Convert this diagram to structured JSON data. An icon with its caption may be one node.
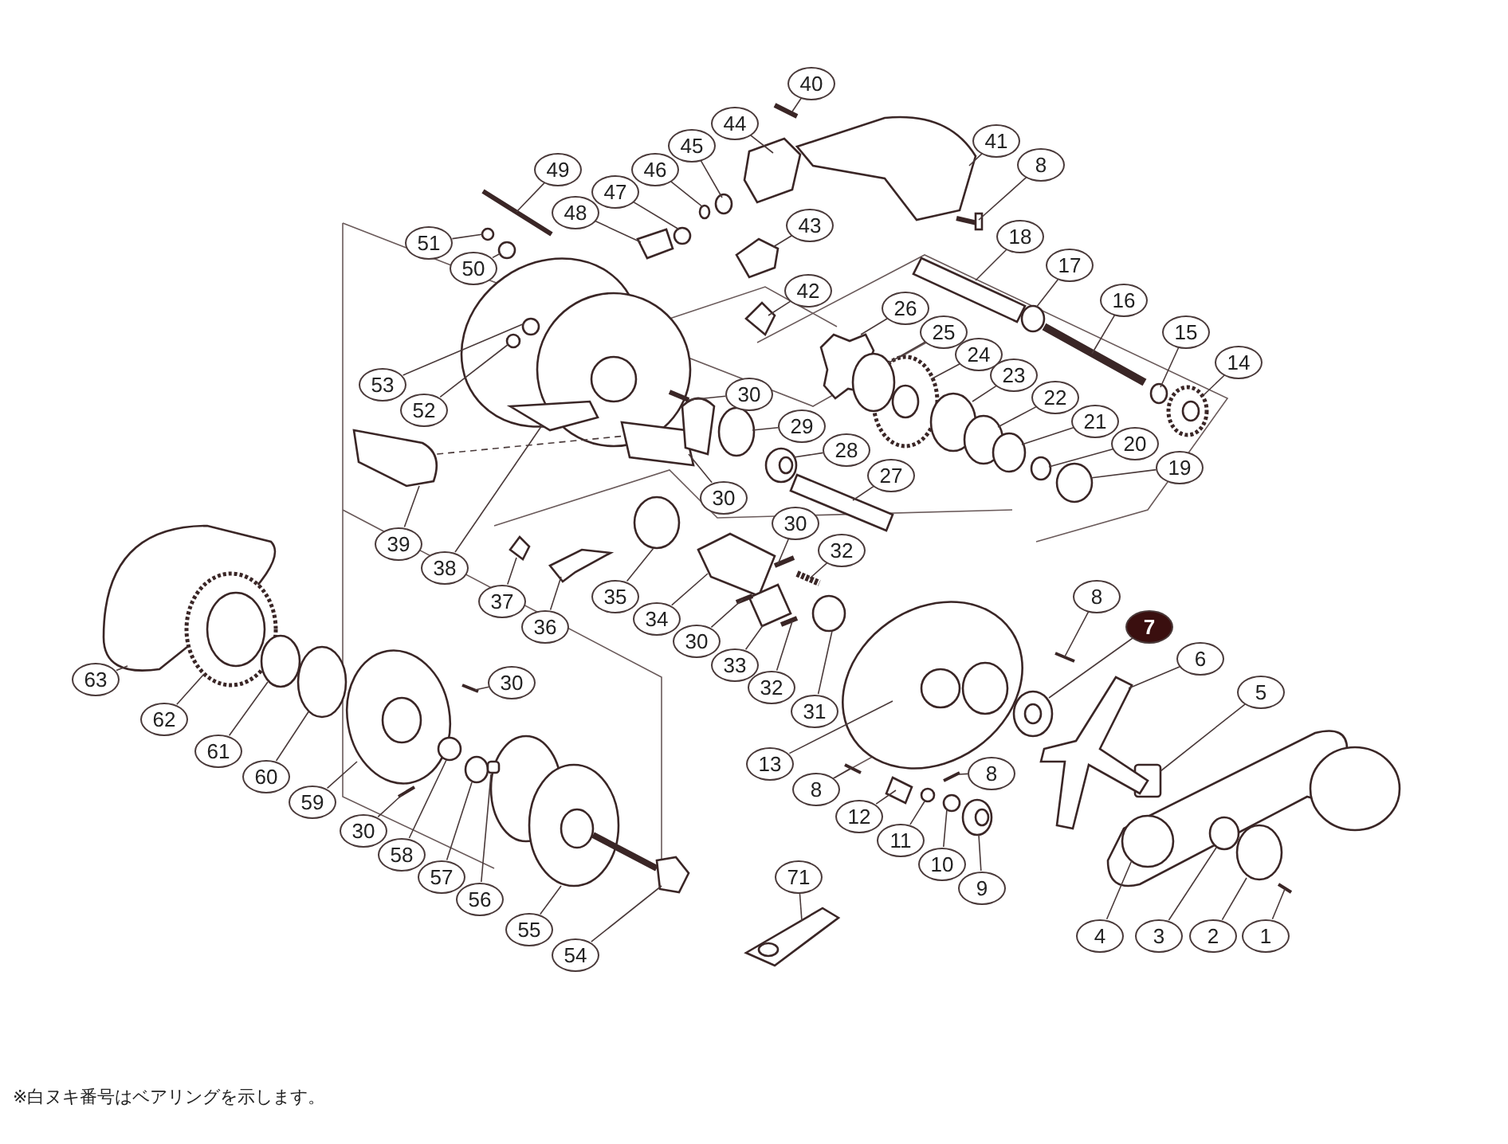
{
  "diagram": {
    "nodes": [
      {
        "text": [
          "40"
        ]
      },
      {
        "text": [
          "44"
        ]
      },
      {
        "text": [
          "41"
        ]
      },
      {
        "text": [
          "45"
        ]
      },
      {
        "text": [
          "46"
        ]
      },
      {
        "text": [
          "49"
        ]
      },
      {
        "text": [
          "8"
        ]
      },
      {
        "text": [
          "47"
        ]
      },
      {
        "text": [
          "48"
        ]
      },
      {
        "text": [
          "43"
        ]
      },
      {
        "text": [
          "18"
        ]
      },
      {
        "text": [
          "51"
        ]
      },
      {
        "text": [
          "50"
        ]
      },
      {
        "text": [
          "17"
        ]
      },
      {
        "text": [
          "42"
        ]
      },
      {
        "text": [
          "16"
        ]
      },
      {
        "text": [
          "26"
        ]
      },
      {
        "text": [
          "25"
        ]
      },
      {
        "text": [
          "15"
        ]
      },
      {
        "text": [
          "24"
        ]
      },
      {
        "text": [
          "14"
        ]
      },
      {
        "text": [
          "23"
        ]
      },
      {
        "text": [
          "53"
        ]
      },
      {
        "text": [
          "30"
        ]
      },
      {
        "text": [
          "22"
        ]
      },
      {
        "text": [
          "52"
        ]
      },
      {
        "text": [
          "21"
        ]
      },
      {
        "text": [
          "29"
        ]
      },
      {
        "text": [
          "20"
        ]
      },
      {
        "text": [
          "28"
        ]
      },
      {
        "text": [
          "19"
        ]
      },
      {
        "text": [
          "27"
        ]
      },
      {
        "text": [
          "30"
        ]
      },
      {
        "text": [
          "30"
        ]
      },
      {
        "text": [
          "39"
        ]
      },
      {
        "text": [
          "32"
        ]
      },
      {
        "text": [
          "38"
        ]
      },
      {
        "text": [
          "8"
        ]
      },
      {
        "text": [
          "35"
        ]
      },
      {
        "text": [
          "37"
        ]
      },
      {
        "text": [
          "34"
        ]
      },
      {
        "text": [
          "7"
        ]
      },
      {
        "text": [
          "36"
        ]
      },
      {
        "text": [
          "30"
        ]
      },
      {
        "text": [
          "6"
        ]
      },
      {
        "text": [
          "33"
        ]
      },
      {
        "text": [
          "32"
        ]
      },
      {
        "text": [
          "63"
        ]
      },
      {
        "text": [
          "5"
        ]
      },
      {
        "text": [
          "31"
        ]
      },
      {
        "text": [
          "30"
        ]
      },
      {
        "text": [
          "62"
        ]
      },
      {
        "text": [
          "61"
        ]
      },
      {
        "text": [
          "13"
        ]
      },
      {
        "text": [
          "8"
        ]
      },
      {
        "text": [
          "60"
        ]
      },
      {
        "text": [
          "8"
        ]
      },
      {
        "text": [
          "59"
        ]
      },
      {
        "text": [
          "12"
        ]
      },
      {
        "text": [
          "30"
        ]
      },
      {
        "text": [
          "11"
        ]
      },
      {
        "text": [
          "58"
        ]
      },
      {
        "text": [
          "10"
        ]
      },
      {
        "text": [
          "57"
        ]
      },
      {
        "text": [
          "71"
        ]
      },
      {
        "text": [
          "9"
        ]
      },
      {
        "text": [
          "56"
        ]
      },
      {
        "text": [
          "55"
        ]
      },
      {
        "text": [
          "4"
        ]
      },
      {
        "text": [
          "3"
        ]
      },
      {
        "text": [
          "2"
        ]
      },
      {
        "text": [
          "1"
        ]
      },
      {
        "text": [
          "54"
        ]
      },
      {
        "text": [],
        "shape": "picture"
      },
      {
        "text": [],
        "shape": "picture"
      },
      {
        "text": [],
        "shape": "picture"
      },
      {
        "text": [],
        "shape": "circle"
      },
      {
        "text": [],
        "shape": "circle"
      },
      {
        "text": [],
        "shape": "picture"
      },
      {
        "text": [],
        "shape": "picture"
      },
      {
        "text": [],
        "shape": "circle"
      },
      {
        "text": [],
        "shape": "picture"
      },
      {
        "text": [],
        "shape": "picture"
      },
      {
        "text": [],
        "shape": "picture"
      },
      {
        "text": [],
        "shape": "circle"
      },
      {
        "text": [],
        "shape": "circle"
      },
      {
        "text": [],
        "shape": "circle"
      },
      {
        "text": [],
        "shape": "picture"
      },
      {
        "text": [],
        "shape": "picture"
      },
      {
        "text": [],
        "shape": "picture"
      },
      {
        "text": [],
        "shape": "circle"
      },
      {
        "text": [],
        "shape": "circle"
      },
      {
        "text": [],
        "shape": "picture"
      },
      {
        "text": [],
        "shape": "picture"
      },
      {
        "text": [],
        "shape": "circle"
      },
      {
        "text": [],
        "shape": "circle",
        "in": 109
      },
      {
        "text": [],
        "shape": "picture"
      },
      {
        "text": [],
        "shape": "circle"
      },
      {
        "text": [],
        "shape": "circle",
        "in": 109
      },
      {
        "text": [],
        "shape": "circle"
      },
      {
        "text": [],
        "shape": "circle"
      },
      {
        "text": [],
        "shape": "circle"
      },
      {
        "text": [],
        "shape": "picture"
      },
      {
        "text": [],
        "shape": "circle"
      },
      {
        "text": [],
        "shape": "picture"
      },
      {
        "text": [],
        "shape": "picture"
      },
      {
        "text": [],
        "shape": "picture"
      },
      {
        "text": [],
        "shape": "picture"
      },
      {
        "text": [],
        "shape": "picture"
      },
      {
        "text": [],
        "shape": "picture"
      },
      {
        "text": [],
        "shape": "picture"
      },
      {
        "text": [],
        "shape": "circle"
      },
      {
        "text": [],
        "shape": "picture"
      },
      {
        "text": [],
        "shape": "picture"
      },
      {
        "text": [],
        "shape": "picture"
      },
      {
        "text": [],
        "shape": "picture"
      },
      {
        "text": [],
        "shape": "picture"
      },
      {
        "text": [],
        "shape": "picture"
      },
      {
        "text": [],
        "shape": "picture"
      },
      {
        "text": [],
        "shape": "picture"
      },
      {
        "text": [],
        "shape": "picture"
      },
      {
        "text": [],
        "shape": "picture"
      },
      {
        "text": [],
        "shape": "circle"
      },
      {
        "text": [],
        "shape": "picture"
      },
      {
        "text": [],
        "shape": "picture"
      },
      {
        "text": [],
        "shape": "circle"
      },
      {
        "text": [],
        "shape": "picture"
      },
      {
        "text": [],
        "shape": "picture"
      },
      {
        "text": [],
        "shape": "circle"
      },
      {
        "text": [],
        "shape": "picture"
      },
      {
        "text": [],
        "shape": "picture"
      },
      {
        "text": [],
        "shape": "picture"
      },
      {
        "text": [],
        "shape": "picture"
      },
      {
        "text": [],
        "shape": "circle"
      },
      {
        "text": [],
        "shape": "circle"
      },
      {
        "text": [],
        "shape": "circle"
      },
      {
        "text": [],
        "shape": "circle"
      },
      {
        "text": [],
        "shape": "picture"
      },
      {
        "text": [],
        "shape": "picture"
      },
      {
        "text": [],
        "shape": "box"
      },
      {
        "text": [],
        "shape": "picture"
      },
      {
        "text": [],
        "shape": "circle",
        "in": 121
      },
      {
        "text": [],
        "shape": "circle",
        "in": 121
      },
      {
        "text": [],
        "shape": "circle"
      },
      {
        "text": [],
        "shape": "picture"
      },
      {
        "text": [],
        "shape": "picture"
      }
    ],
    "edges": [
      {
        "from": 0,
        "to": 73,
        "arrow": "none"
      },
      {
        "from": 1,
        "to": 74,
        "arrow": "none"
      },
      {
        "from": 2,
        "to": 75,
        "arrow": "none"
      },
      {
        "from": 3,
        "to": 76,
        "arrow": "none"
      },
      {
        "from": 4,
        "to": 77,
        "arrow": "none"
      },
      {
        "from": 5,
        "to": 78,
        "arrow": "none"
      },
      {
        "from": 6,
        "to": 79,
        "arrow": "none"
      },
      {
        "from": 7,
        "to": 80,
        "arrow": "none"
      },
      {
        "from": 8,
        "to": 81,
        "arrow": "none"
      },
      {
        "from": 9,
        "to": 82,
        "arrow": "none"
      },
      {
        "from": 10,
        "to": 83,
        "arrow": "none"
      },
      {
        "from": 11,
        "to": 84,
        "arrow": "none"
      },
      {
        "from": 12,
        "to": 85,
        "arrow": "none"
      },
      {
        "from": 13,
        "to": 86,
        "arrow": "none"
      },
      {
        "from": 14,
        "to": 87,
        "arrow": "none"
      },
      {
        "from": 15,
        "to": 88,
        "arrow": "none"
      },
      {
        "from": 16,
        "to": 89,
        "arrow": "none"
      },
      {
        "from": 17,
        "to": 90,
        "arrow": "none"
      },
      {
        "from": 18,
        "to": 91,
        "arrow": "none"
      },
      {
        "from": 19,
        "to": 92,
        "arrow": "none"
      },
      {
        "from": 20,
        "to": 93,
        "arrow": "none"
      },
      {
        "from": 21,
        "to": 94,
        "arrow": "none"
      },
      {
        "from": 22,
        "to": 95,
        "arrow": "none"
      },
      {
        "from": 23,
        "to": 96,
        "arrow": "none"
      },
      {
        "from": 24,
        "to": 97,
        "arrow": "none"
      },
      {
        "from": 25,
        "to": 98,
        "arrow": "none"
      },
      {
        "from": 26,
        "to": 99,
        "arrow": "none"
      },
      {
        "from": 27,
        "to": 100,
        "arrow": "none"
      },
      {
        "from": 28,
        "to": 101,
        "arrow": "none"
      },
      {
        "from": 29,
        "to": 102,
        "arrow": "none"
      },
      {
        "from": 30,
        "to": 103,
        "arrow": "none"
      },
      {
        "from": 31,
        "to": 104,
        "arrow": "none"
      },
      {
        "from": 32,
        "to": 105,
        "arrow": "none"
      },
      {
        "from": 33,
        "to": 106,
        "arrow": "none"
      },
      {
        "from": 34,
        "to": 107,
        "arrow": "none"
      },
      {
        "from": 35,
        "to": 108,
        "arrow": "none"
      },
      {
        "from": 36,
        "to": 109,
        "arrow": "none"
      },
      {
        "from": 37,
        "to": 110,
        "arrow": "none"
      },
      {
        "from": 38,
        "to": 111,
        "arrow": "none"
      },
      {
        "from": 39,
        "to": 112,
        "arrow": "none"
      },
      {
        "from": 40,
        "to": 113,
        "arrow": "none"
      },
      {
        "from": 41,
        "to": 114,
        "arrow": "none"
      },
      {
        "from": 42,
        "to": 115,
        "arrow": "none"
      },
      {
        "from": 43,
        "to": 116,
        "arrow": "none"
      },
      {
        "from": 44,
        "to": 117,
        "arrow": "none"
      },
      {
        "from": 45,
        "to": 118,
        "arrow": "none"
      },
      {
        "from": 46,
        "to": 119,
        "arrow": "none"
      },
      {
        "from": 47,
        "to": 120,
        "arrow": "none"
      },
      {
        "from": 48,
        "to": 121,
        "arrow": "none"
      },
      {
        "from": 49,
        "to": 122,
        "arrow": "none"
      },
      {
        "from": 50,
        "to": 123,
        "arrow": "none"
      },
      {
        "from": 51,
        "to": 124,
        "arrow": "none"
      },
      {
        "from": 52,
        "to": 125,
        "arrow": "none"
      },
      {
        "from": 53,
        "to": 126,
        "arrow": "none"
      },
      {
        "from": 54,
        "to": 127,
        "arrow": "none"
      },
      {
        "from": 55,
        "to": 128,
        "arrow": "none"
      },
      {
        "from": 56,
        "to": 129,
        "arrow": "none"
      },
      {
        "from": 57,
        "to": 130,
        "arrow": "none"
      },
      {
        "from": 58,
        "to": 131,
        "arrow": "none"
      },
      {
        "from": 59,
        "to": 132,
        "arrow": "none"
      },
      {
        "from": 60,
        "to": 133,
        "arrow": "none"
      },
      {
        "from": 61,
        "to": 134,
        "arrow": "none"
      },
      {
        "from": 62,
        "to": 135,
        "arrow": "none"
      },
      {
        "from": 63,
        "to": 136,
        "arrow": "none"
      },
      {
        "from": 64,
        "to": 137,
        "arrow": "none"
      },
      {
        "from": 65,
        "to": 138,
        "arrow": "none"
      },
      {
        "from": 66,
        "to": 139,
        "arrow": "none"
      },
      {
        "from": 67,
        "to": 140,
        "arrow": "none"
      },
      {
        "from": 68,
        "to": 141,
        "arrow": "none"
      },
      {
        "from": 69,
        "to": 142,
        "arrow": "none"
      },
      {
        "from": 70,
        "to": 143,
        "arrow": "none"
      },
      {
        "from": 71,
        "to": 144,
        "arrow": "none"
      },
      {
        "from": 72,
        "to": 145,
        "arrow": "none"
      },
      {
        "from": 107,
        "to": 105,
        "arrow": "none",
        "style": "dashed"
      }
    ],
    "labels": [
      "※白ヌキ番号はベアリングを示します。"
    ]
  }
}
